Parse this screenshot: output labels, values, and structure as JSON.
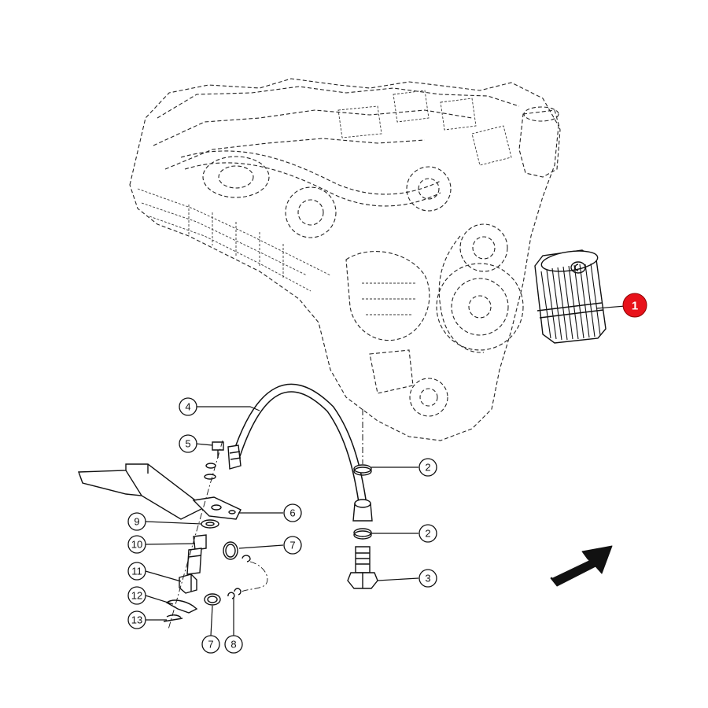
{
  "colors": {
    "line": "#111111",
    "background": "#ffffff",
    "highlight": "#e8121b"
  },
  "callouts": [
    {
      "id": "c1",
      "label": "1",
      "highlighted": true
    },
    {
      "id": "c2a",
      "label": "2"
    },
    {
      "id": "c2b",
      "label": "2"
    },
    {
      "id": "c3",
      "label": "3"
    },
    {
      "id": "c4",
      "label": "4"
    },
    {
      "id": "c5",
      "label": "5"
    },
    {
      "id": "c6",
      "label": "6"
    },
    {
      "id": "c7a",
      "label": "7"
    },
    {
      "id": "c7b",
      "label": "7"
    },
    {
      "id": "c8",
      "label": "8"
    },
    {
      "id": "c9",
      "label": "9"
    },
    {
      "id": "c10",
      "label": "10"
    },
    {
      "id": "c11",
      "label": "11"
    },
    {
      "id": "c12",
      "label": "12"
    },
    {
      "id": "c13",
      "label": "13"
    }
  ],
  "icons": {
    "direction": "forward-arrow-icon",
    "filter": "oil-filter-icon"
  }
}
